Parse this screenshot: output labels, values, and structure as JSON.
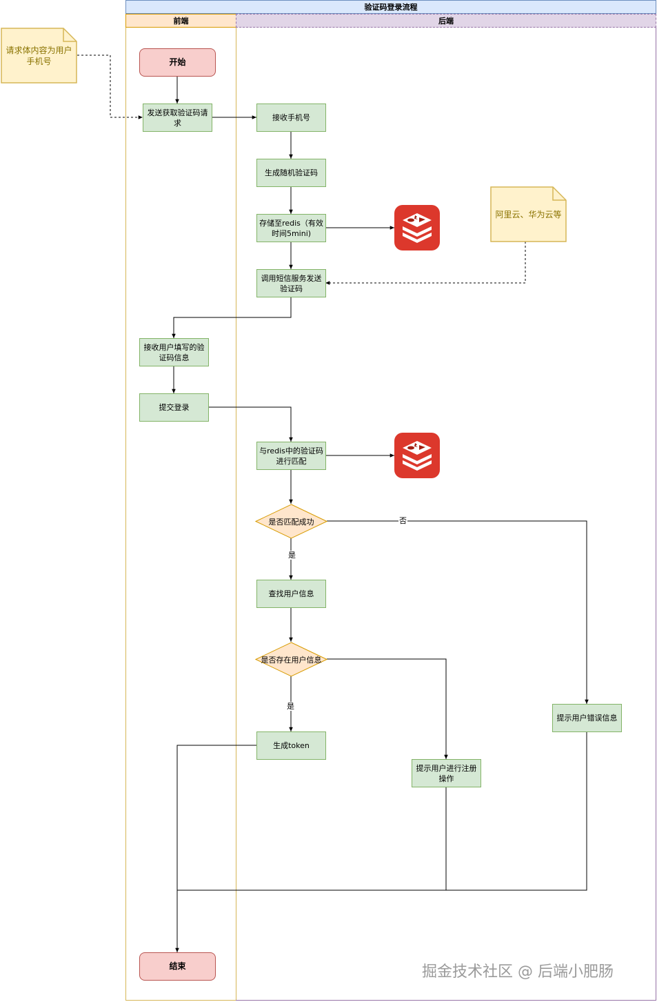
{
  "diagram": {
    "title": "验证码登录流程",
    "lanes": {
      "front": "前端",
      "back": "后端"
    },
    "notes": {
      "request_body": "请求体内容为用户手机号",
      "sms_provider": "阿里云、华为云等"
    },
    "nodes": {
      "start": "开始",
      "send_code_request": "发送获取验证码请求",
      "receive_phone": "接收手机号",
      "generate_code": "生成随机验证码",
      "store_redis": "存储至redis（有效时间5mini)",
      "call_sms": "调用短信服务发送验证码",
      "receive_user_code": "接收用户填写的验证码信息",
      "submit_login": "提交登录",
      "match_redis": "与redis中的验证码进行匹配",
      "match_success": "是否匹配成功",
      "find_user": "查找用户信息",
      "user_exists": "是否存在用户信息",
      "generate_token": "生成token",
      "prompt_register": "提示用户进行注册操作",
      "prompt_error": "提示用户错误信息",
      "end": "结束"
    },
    "edge_labels": {
      "yes_1": "是",
      "no_1": "否",
      "yes_2": "是"
    },
    "icons": [
      "redis-icon",
      "redis-icon"
    ],
    "colors": {
      "process_fill": "#d5e8d4",
      "process_stroke": "#82b366",
      "terminal_fill": "#f8cecc",
      "terminal_stroke": "#b85450",
      "decision_fill": "#ffe6cc",
      "decision_stroke": "#d79b00",
      "note_fill": "#fff2cc",
      "note_stroke": "#d6b656",
      "redis_red": "#dc382c"
    }
  },
  "watermark": "掘金技术社区 @ 后端小肥肠"
}
